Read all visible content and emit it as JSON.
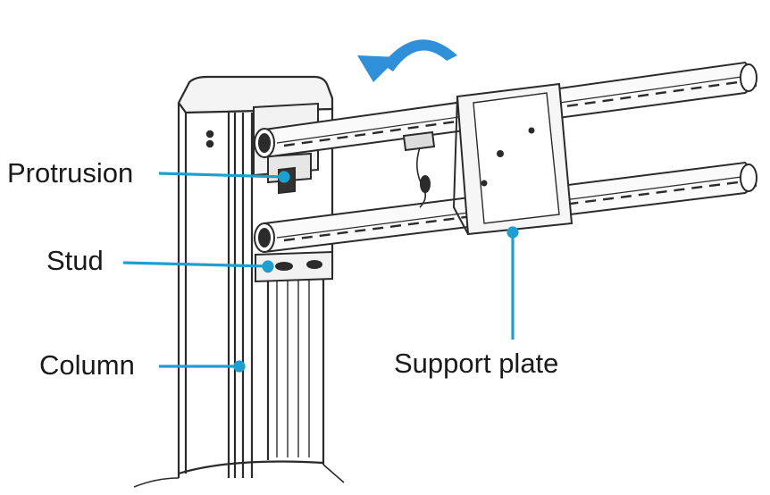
{
  "labels": {
    "protrusion": "Protrusion",
    "stud": "Stud",
    "column": "Column",
    "support_plate": "Support plate"
  },
  "colors": {
    "callout": "#1e9fd0",
    "line_art": "#2b2b2b",
    "arrow": "#2f8fd8"
  },
  "icons": {
    "rotation": "curved-rotate-arrow-icon"
  }
}
